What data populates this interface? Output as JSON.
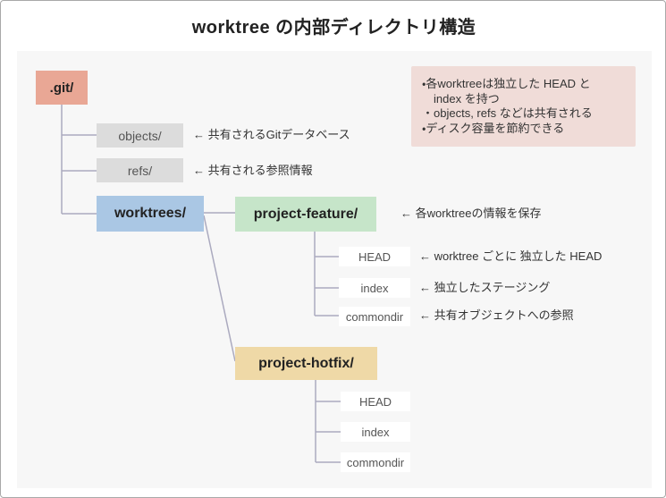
{
  "title": "worktree の内部ディレクトリ構造",
  "diagram": {
    "root": {
      "label": ".git/"
    },
    "shared": [
      {
        "label": "objects/",
        "annotation": "← 共有されるGitデータベース"
      },
      {
        "label": "refs/",
        "annotation": "← 共有される参照情報"
      }
    ],
    "worktrees": {
      "label": "worktrees/"
    },
    "feature": {
      "label": "project-feature/",
      "annotation": "← 各worktreeの情報を保存",
      "children": [
        {
          "label": "HEAD",
          "annotation": "← worktree ごとに 独立した HEAD"
        },
        {
          "label": "index",
          "annotation": "← 独立したステージング"
        },
        {
          "label": "commondir",
          "annotation": "← 共有オブジェクトへの参照"
        }
      ]
    },
    "hotfix": {
      "label": "project-hotfix/",
      "children": [
        {
          "label": "HEAD"
        },
        {
          "label": "index"
        },
        {
          "label": "commondir"
        }
      ]
    }
  },
  "note": {
    "lines": [
      "・各worktreeは独立した HEAD と",
      "index を持つ",
      "・objects, refs などは共有される",
      "・ディスク容量を節約できる"
    ]
  },
  "colors": {
    "root_box": "#e9a795",
    "shared_box": "#dcdcdc",
    "worktrees_box": "#aac7e4",
    "feature_box": "#c6e5c9",
    "hotfix_box": "#efd9a7",
    "file_box": "#ffffff",
    "note_box": "#f0dcd8",
    "panel_bg": "#f7f7f7",
    "connector_line": "#abaabf"
  }
}
